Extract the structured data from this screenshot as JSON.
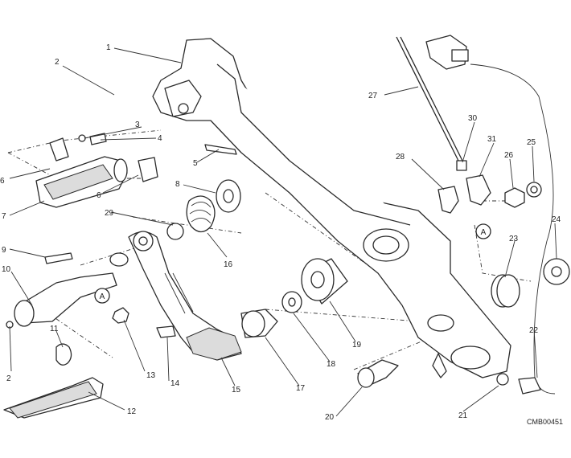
{
  "diagram": {
    "drawing_code": "CMB00451",
    "callout_letter": "A",
    "part_numbers": [
      "1",
      "2",
      "3",
      "4",
      "5",
      "6",
      "6",
      "7",
      "8",
      "9",
      "10",
      "11",
      "2",
      "12",
      "13",
      "14",
      "15",
      "16",
      "17",
      "18",
      "19",
      "20",
      "21",
      "22",
      "23",
      "24",
      "25",
      "26",
      "27",
      "28",
      "29",
      "30",
      "31"
    ]
  },
  "colors": {
    "line": "#2a2a2a",
    "background": "#ffffff",
    "tread": "#dcdcdc"
  }
}
